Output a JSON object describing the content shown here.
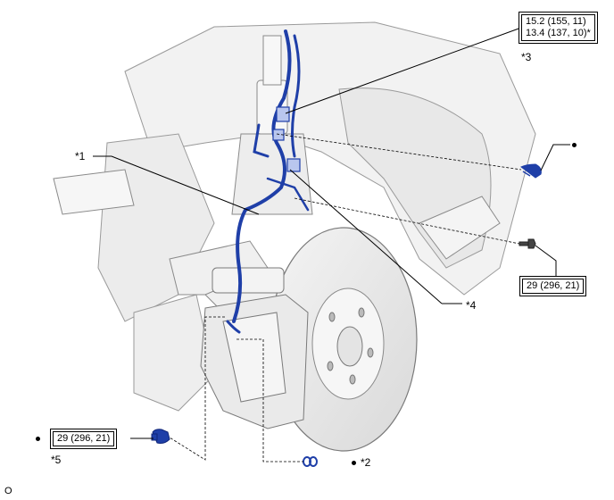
{
  "torque_specs": {
    "top_line1": "15.2 (155, 11)",
    "top_line2": "13.4 (137, 10)*",
    "right": "29 (296, 21)",
    "left": "29 (296, 21)"
  },
  "callouts": {
    "c1": "*1",
    "c2": "*2",
    "c3": "*3",
    "c4": "*4",
    "c5": "*5"
  },
  "figure_code": "O",
  "colors": {
    "part_highlight": "#1f3fa8",
    "line_art": "#8a8a8a",
    "leader": "#000000"
  },
  "icons": [
    "brake-disc-icon",
    "brake-caliper-icon",
    "flexible-hose-icon",
    "clip-icon",
    "union-bolt-icon",
    "gasket-icon"
  ]
}
